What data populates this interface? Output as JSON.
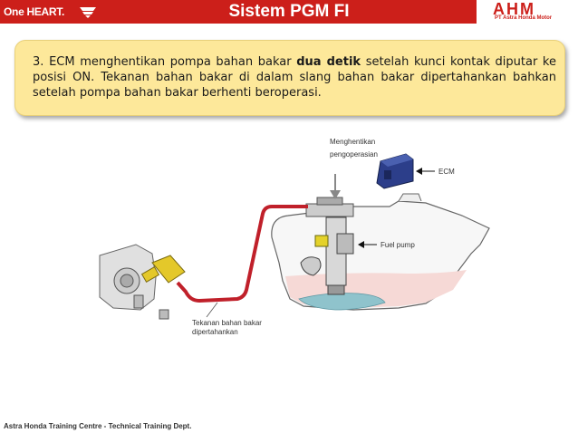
{
  "header": {
    "brand_left": "One HEART.",
    "title": "Sistem PGM FI",
    "brand_right": "AHM",
    "brand_right_sub": "PT Astra Honda Motor",
    "color": "#cc1f1a"
  },
  "callout": {
    "number": "3.",
    "text_before": "ECM menghentikan pompa bahan bakar ",
    "text_bold": "dua detik",
    "text_after": " setelah kunci kontak diputar ke posisi ON. Tekanan bahan bakar di dalam slang bahan bakar dipertahankan bahkan setelah pompa bahan bakar berhenti beroperasi.",
    "color": "#fde89a"
  },
  "diagram": {
    "label_stop_line1": "Menghentikan",
    "label_stop_line2": "pengoperasian",
    "label_ecm": "ECM",
    "label_fuel_pump": "Fuel pump",
    "label_pressure_line1": "Tekanan bahan bakar",
    "label_pressure_line2": "dipertahankan",
    "hose_color": "#c0202a",
    "fuel_color": "#8fc3cc"
  },
  "footer": {
    "text": "Astra Honda Training Centre - Technical Training Dept."
  }
}
